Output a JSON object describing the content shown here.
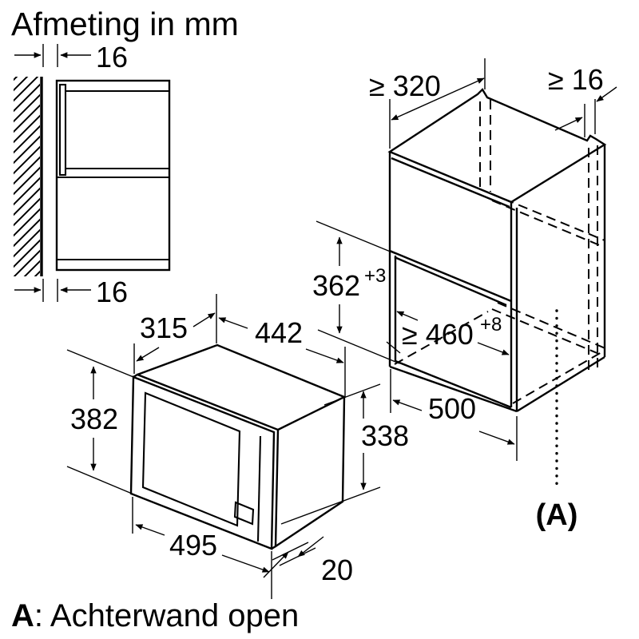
{
  "title": "Afmeting in mm",
  "caption": {
    "bold": "A",
    "rest": ": Achterwand open"
  },
  "colors": {
    "ink": "#000000",
    "paper": "#ffffff"
  },
  "wall_section": {
    "gap_top": "16",
    "gap_bottom": "16"
  },
  "microwave_view": {
    "depth": "315",
    "body_width": "442",
    "front_height": "382",
    "body_height": "338",
    "front_width": "495",
    "frame_overhang": "20"
  },
  "cabinet_view": {
    "top_clearance": "≥ 320",
    "rear_gap": "≥ 16",
    "niche_height": "362",
    "niche_height_tol": "+3",
    "niche_width": "≥ 460",
    "niche_width_tol": "+8",
    "cabinet_width": "500",
    "rear_label": "(A)"
  }
}
